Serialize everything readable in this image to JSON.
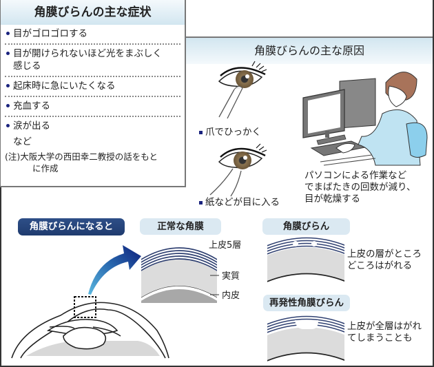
{
  "symptoms": {
    "title": "角膜びらんの主な症状",
    "items": [
      {
        "line1": "目がゴロゴロする",
        "line2": ""
      },
      {
        "line1": "目が開けられないほど光をまぶしく",
        "line2": "感じる"
      },
      {
        "line1": "起床時に急にいたくなる",
        "line2": ""
      },
      {
        "line1": "充血する",
        "line2": ""
      },
      {
        "line1": "涙が出る",
        "line2": ""
      }
    ],
    "etc": "など",
    "note_line1": "(注)大阪大学の西田幸二教授の話をもと",
    "note_line2": "に作成"
  },
  "causes": {
    "title": "角膜びらんの主な原因",
    "scratch_label": "爪でひっかく",
    "paper_label": "紙などが目に入る",
    "pc_text": [
      "パソコンによる作業など",
      "でまばたきの回数が減り、",
      "目が乾燥する"
    ]
  },
  "process": {
    "heading": "角膜びらんになると",
    "normal": {
      "heading": "正常な角膜",
      "epithelium_label": "上皮5層",
      "stroma_label": "実質",
      "endothelium_label": "内皮"
    },
    "erosion": {
      "heading": "角膜びらん",
      "description": [
        "上皮の層がところ",
        "どころはがれる"
      ]
    },
    "recurrent": {
      "heading": "再発性角膜びらん",
      "description": [
        "上皮が全層はがれ",
        "てしまうことも"
      ]
    }
  },
  "colors": {
    "accent_dark": "#1f3b6e",
    "pill_light": "#dbe9f2",
    "title_gradient": "#d2e6f0",
    "bullet": "#1a237e",
    "epithelium_blue": "#5a6fa8",
    "stroma_gray": "#dcdcdc",
    "endothelium_gray": "#a8a8a8"
  }
}
